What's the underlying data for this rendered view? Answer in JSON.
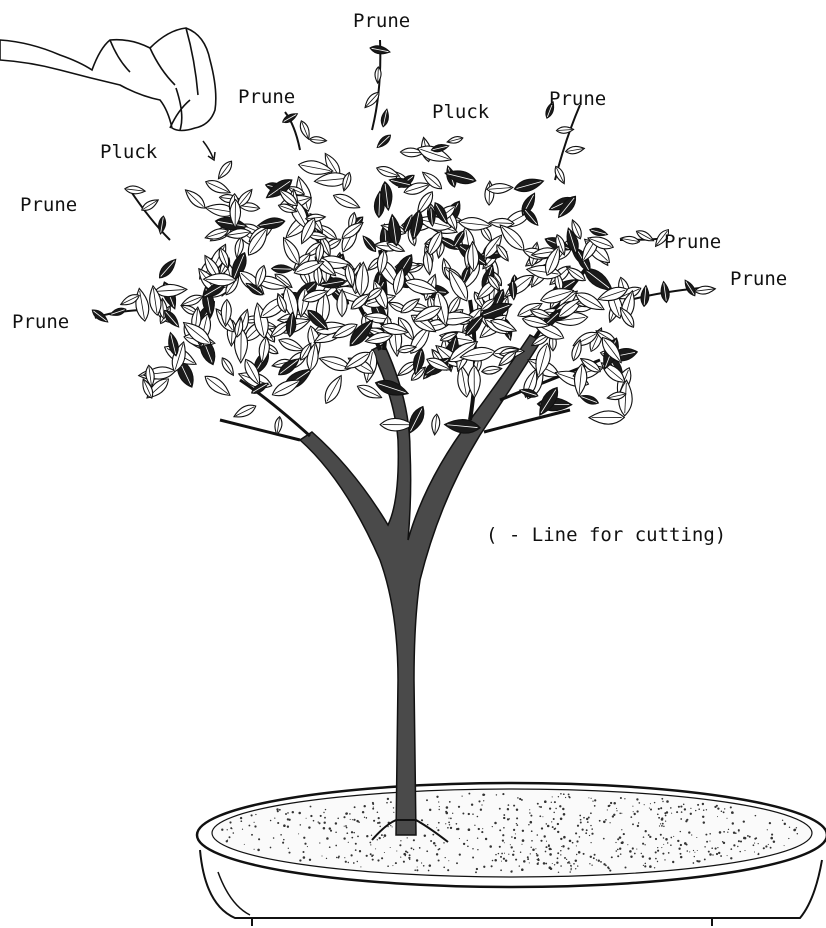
{
  "labels": {
    "prune_top": "Prune",
    "prune_upper_left": "Prune",
    "pluck_center": "Pluck",
    "prune_upper_right": "Prune",
    "pluck_hand": "Pluck",
    "prune_left": "Prune",
    "prune_right_upper": "Prune",
    "prune_right_lower": "Prune",
    "prune_lower_left": "Prune",
    "legend_cut_line": "( - Line for cutting)"
  },
  "colors": {
    "ink": "#111111",
    "leaf_fill": "#ffffff",
    "leaf_dark": "#1a1a1a",
    "trunk_fill": "#444444",
    "soil_dots": "#333333"
  },
  "icons": [
    "hand-icon",
    "arrow-icon"
  ]
}
